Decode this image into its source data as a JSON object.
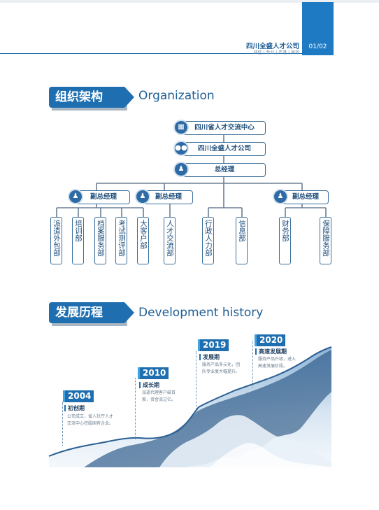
{
  "header": {
    "company": "四川全盛人才公司",
    "slogan": "诚信 | 专业 | 严谨 | 高效",
    "page": "01/02"
  },
  "org_section": {
    "title_cn": "组织架构",
    "title_en": "Organization",
    "top": "四川省人才交流中心",
    "company": "四川全盛人才公司",
    "gm": "总经理",
    "deputy": "副总经理",
    "groups": [
      {
        "label": "副总经理",
        "departments": [
          "派遣外包部",
          "培训部",
          "档案服务部",
          "考试测评部",
          "大客户部"
        ]
      },
      {
        "label": "副总经理",
        "departments": [
          "人才交流部"
        ]
      },
      {
        "label": "",
        "departments": [
          "行政人力部",
          "信息部"
        ]
      },
      {
        "label": "副总经理",
        "departments": [
          "财务部",
          "保障服务部"
        ]
      }
    ]
  },
  "history_section": {
    "title_cn": "发展历程",
    "title_en": "Development history",
    "milestones": [
      {
        "year": "2004",
        "stage": "初创期",
        "desc": [
          "公司成立，省人社厅人才",
          "交流中心控股国有企业。"
        ]
      },
      {
        "year": "2010",
        "stage": "成长期",
        "desc": [
          "派遣代理客户破百",
          "家，资金流过亿。"
        ]
      },
      {
        "year": "2019",
        "stage": "发展期",
        "desc": [
          "服务产品多元化，团",
          "队专业度大幅提升。"
        ]
      },
      {
        "year": "2020",
        "stage": "高速发展期",
        "desc": [
          "服务产品升级，进入",
          "高速发展阶段。"
        ]
      }
    ]
  },
  "colors": {
    "primary": "#1f6fb0",
    "accent": "#3fa3e0",
    "line": "#3b6f9c"
  },
  "icons": [
    "building-icon",
    "group-icon",
    "person-icon"
  ]
}
